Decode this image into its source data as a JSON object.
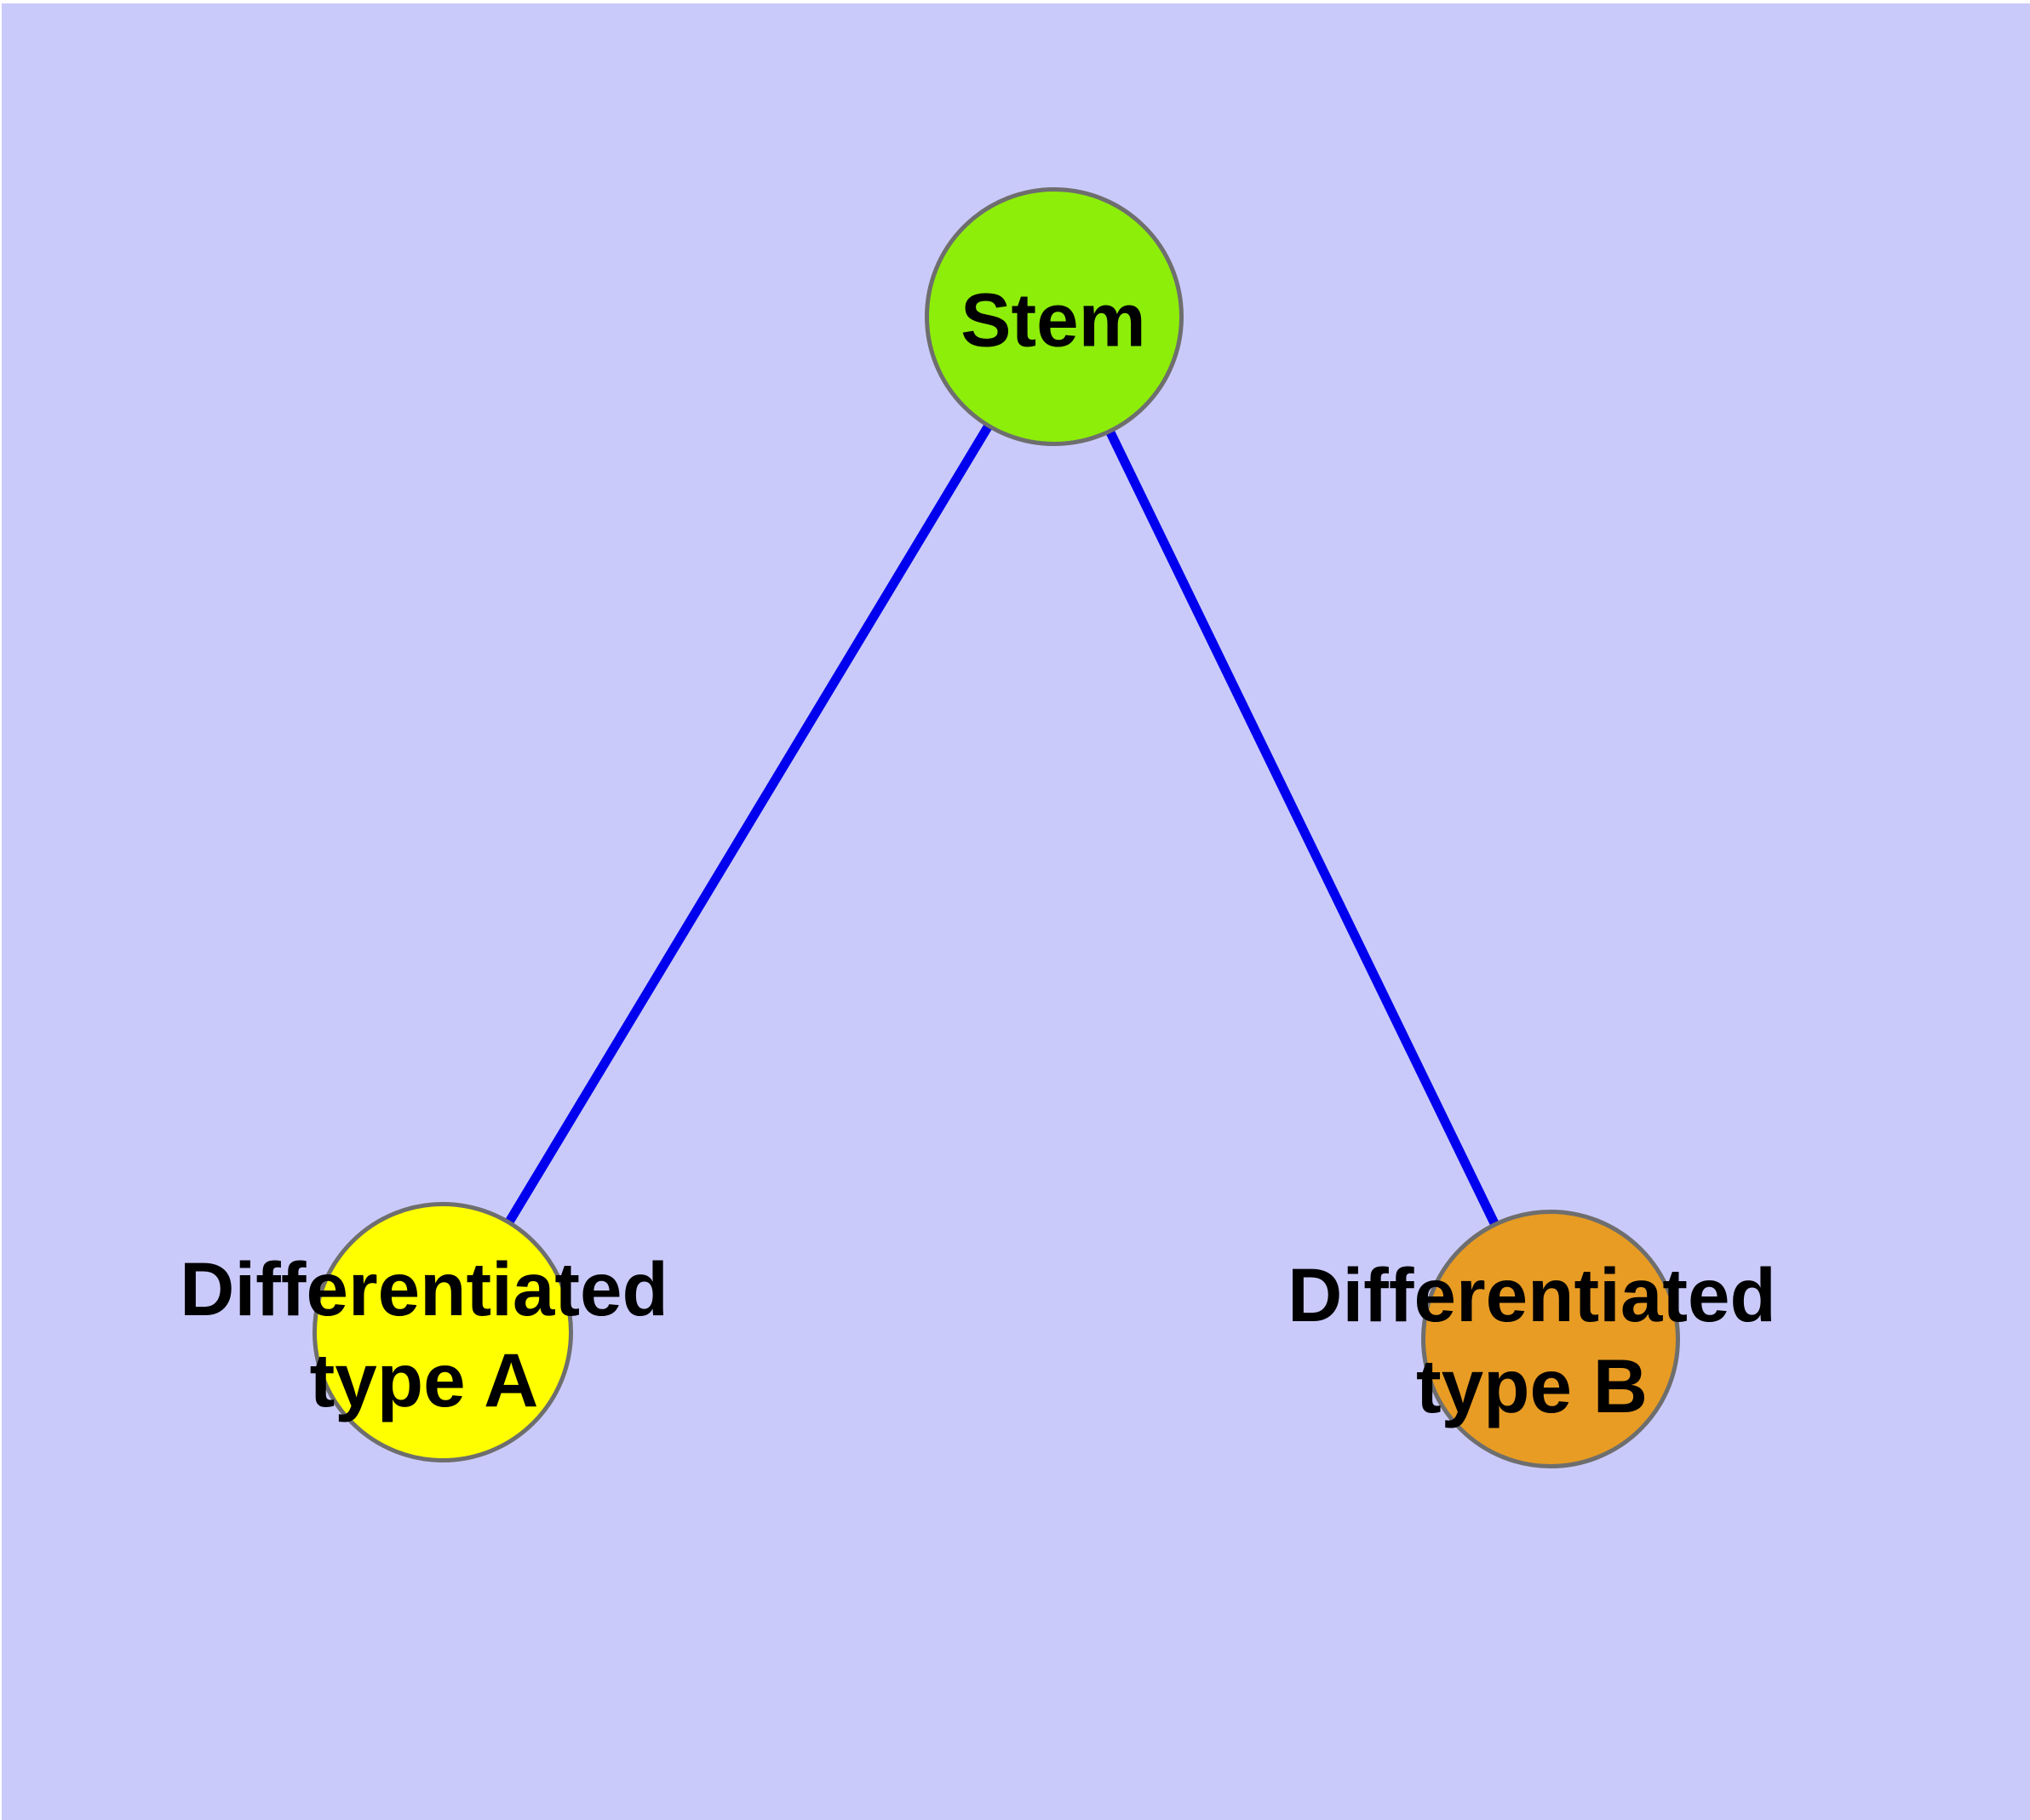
{
  "canvas": {
    "background_color": "#CACAFA",
    "margin_color": "#FFFFFF"
  },
  "graph": {
    "type": "node-link-diagram",
    "edge_color": "#0000EE",
    "node_border_color": "#6E6E6E",
    "label_color": "#000000",
    "nodes": [
      {
        "id": "stem",
        "label": "Stem",
        "fill": "#8DEE0A"
      },
      {
        "id": "diff_a",
        "label": "Differentiated\ntype A",
        "fill": "#FFFF00"
      },
      {
        "id": "diff_b",
        "label": "Differentiated\ntype B",
        "fill": "#E89C23"
      }
    ],
    "edges": [
      {
        "from": "Stem",
        "to": "Differentiated type A"
      },
      {
        "from": "Stem",
        "to": "Differentiated type B"
      }
    ]
  }
}
